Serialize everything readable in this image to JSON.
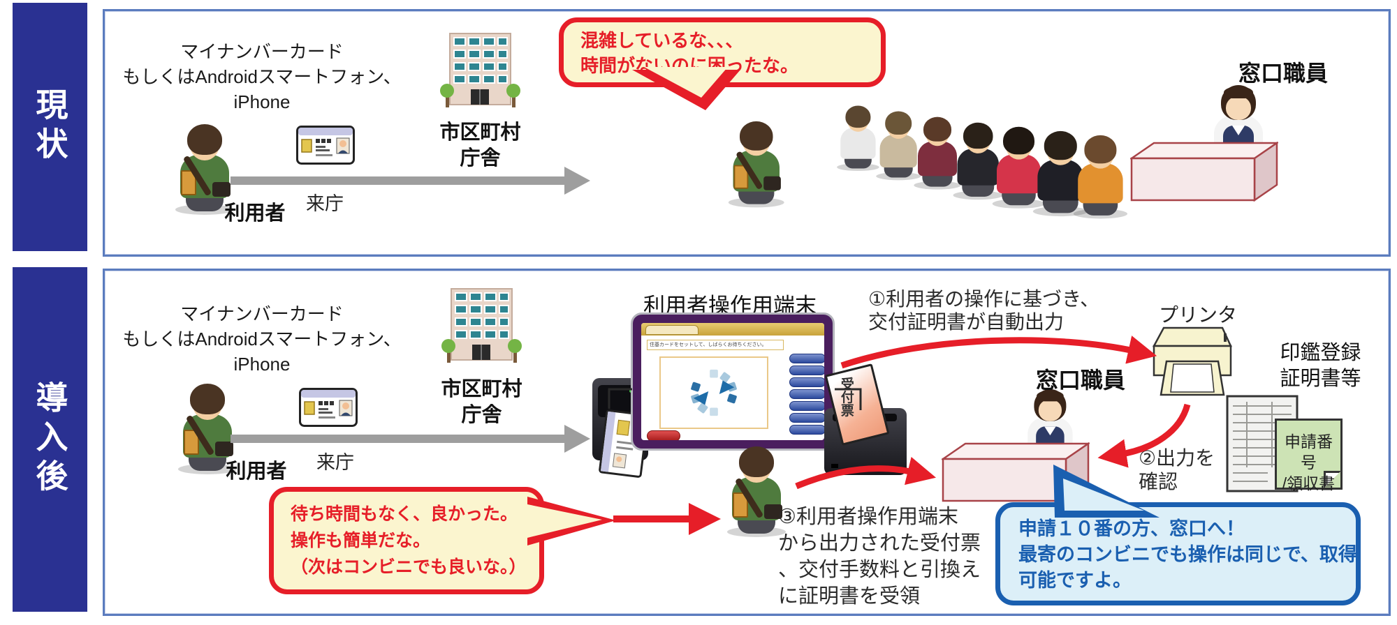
{
  "current": {
    "side_label": "現状",
    "caption_lines": [
      "マイナンバーカード",
      "もしくはAndroidスマートフォン、",
      "iPhone"
    ],
    "user_label": "利用者",
    "travel_label": "来庁",
    "building_lines": [
      "市区町村",
      "庁舎"
    ],
    "bubble_lines": [
      "混雑しているな、、、",
      "時間がないのに困ったな。"
    ],
    "staff_label": "窓口職員"
  },
  "after": {
    "side_label": "導入後",
    "caption_lines": [
      "マイナンバーカード",
      "もしくはAndroidスマートフォン、",
      "iPhone"
    ],
    "user_label": "利用者",
    "travel_label": "来庁",
    "building_lines": [
      "市区町村",
      "庁舎"
    ],
    "terminal_label": "利用者操作用端末",
    "terminal_message": "住基カードをセットして、しばらくお待ちください。",
    "receipt_label": "受付票",
    "step1_lines": [
      "①利用者の操作に基づき、",
      "交付証明書が自動出力"
    ],
    "printer_label": "プリンタ",
    "staff_label": "窓口職員",
    "cert_lines": [
      "印鑑登録",
      "証明書等"
    ],
    "note_lines": [
      "申請番号",
      "/領収書"
    ],
    "step2_lines": [
      "②出力を",
      "確認"
    ],
    "step3_lines": [
      "③利用者操作用端末",
      "から出力された受付票",
      "、交付手数料と引換え",
      "に証明書を受領"
    ],
    "user_bubble_lines": [
      "待ち時間もなく、良かった。",
      "操作も簡単だな。",
      "（次はコンビニでも良いな。）"
    ],
    "announce_lines": [
      "申請１０番の方、窓口へ！",
      "最寄のコンビニでも操作は同じで、取得",
      "可能ですよ。"
    ]
  },
  "colors": {
    "sidebar_navy": "#2A3192",
    "panel_border": "#5B7CBE",
    "highlight_red": "#E61E28",
    "bubble_cream": "#FBF5CF",
    "announce_border": "#1A5FB0",
    "announce_fill": "#DCEFF8",
    "arrow_gray": "#9E9E9E",
    "counter_fill": "#F6E8E9",
    "counter_border": "#A84348",
    "note_green": "#CDE3B5",
    "terminal_purple": "#4A1E5E"
  }
}
